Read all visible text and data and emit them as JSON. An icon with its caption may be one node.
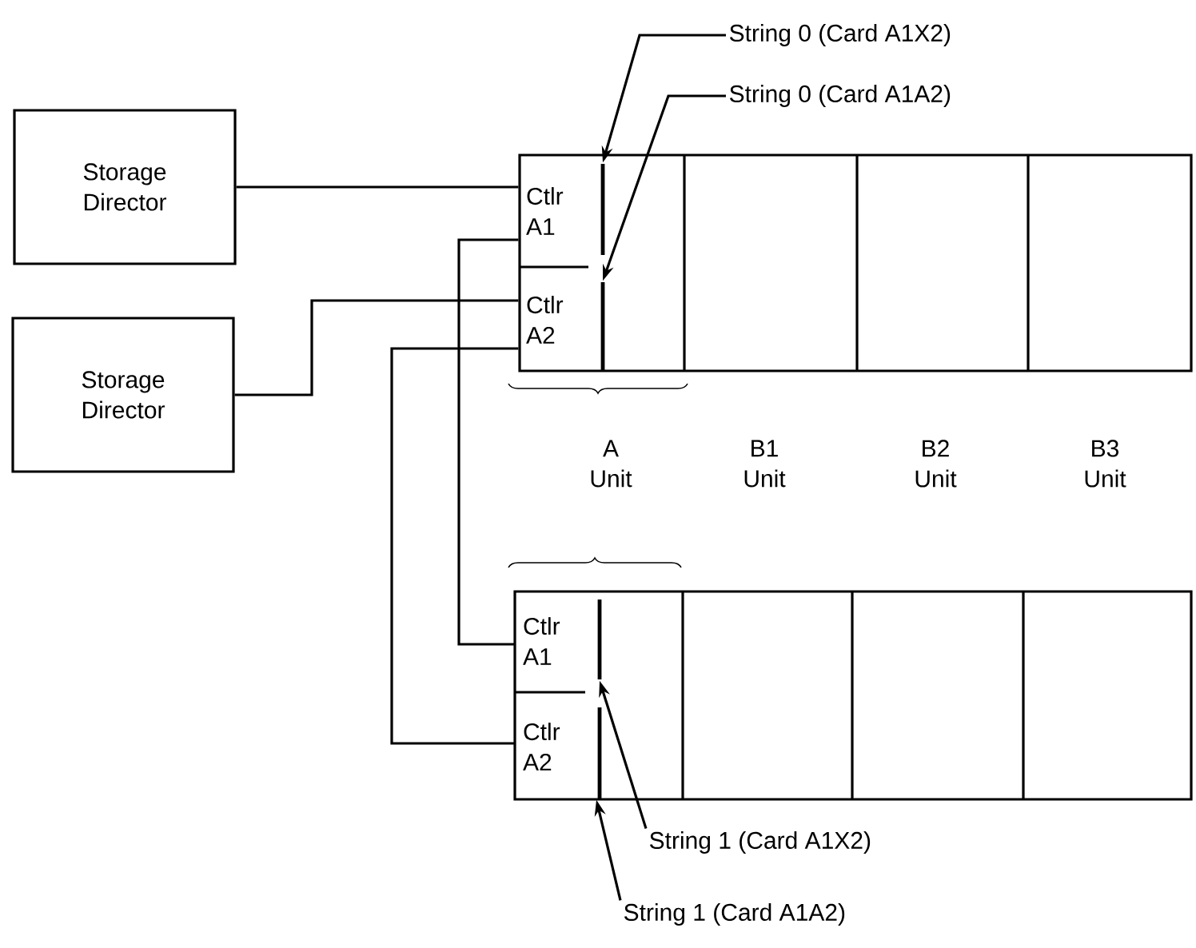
{
  "diagram": {
    "nodes": [
      {
        "text": [
          "Storage Director"
        ]
      },
      {
        "text": [
          "Storage Director"
        ]
      },
      {
        "text": [
          "Ctlr A1"
        ]
      },
      {
        "text": [
          "Ctlr A2"
        ]
      },
      {
        "text": [
          "Ctlr A1"
        ]
      },
      {
        "text": [
          "Ctlr A2"
        ]
      },
      {
        "text": [
          "String 0 (Card A1X2)"
        ]
      },
      {
        "text": [
          "String 0 (Card A1A2)"
        ]
      },
      {
        "text": [
          "String 1 (Card A1X2)"
        ]
      },
      {
        "text": [
          "String 1 (Card A1A2)"
        ]
      },
      {
        "text": [],
        "shape": "bar"
      },
      {
        "text": [],
        "shape": "bar"
      },
      {
        "text": [],
        "shape": "bar"
      },
      {
        "text": [],
        "shape": "bar"
      }
    ],
    "edges": [
      {
        "from": 0,
        "to": 2,
        "arrow": "none"
      },
      {
        "from": 1,
        "to": 3,
        "arrow": "none"
      },
      {
        "from": 2,
        "to": 4,
        "arrow": "none"
      },
      {
        "from": 3,
        "to": 5,
        "arrow": "none"
      },
      {
        "from": 6,
        "to": 10,
        "arrow": "to"
      },
      {
        "from": 7,
        "to": 11,
        "arrow": "to"
      },
      {
        "from": 8,
        "to": 12,
        "arrow": "to"
      },
      {
        "from": 9,
        "to": 13,
        "arrow": "to"
      }
    ],
    "labels": [
      "A Unit",
      "B1 Unit",
      "B2 Unit",
      "B3 Unit"
    ]
  }
}
